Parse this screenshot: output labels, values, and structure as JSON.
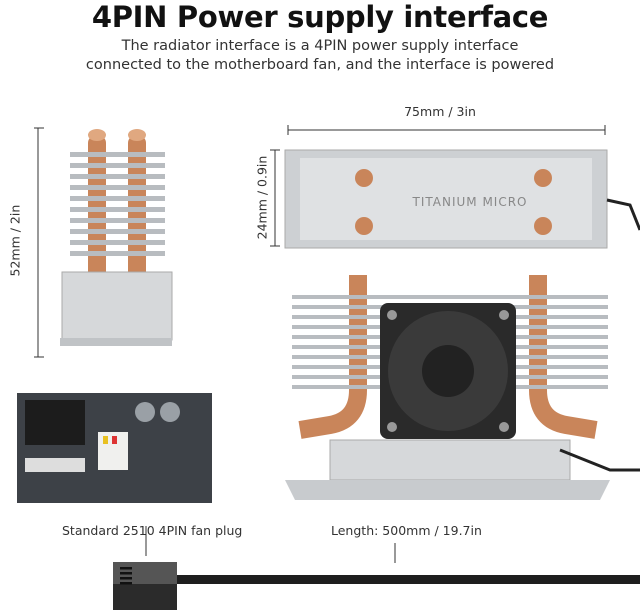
{
  "header": {
    "title": "4PIN Power supply interface",
    "subtitle_line1": "The radiator interface is a 4PIN power supply interface",
    "subtitle_line2": "connected to the motherboard fan, and the interface is powered"
  },
  "dimensions": {
    "height": "52mm / 2in",
    "width": "75mm / 3in",
    "thickness": "24mm / 0.9in"
  },
  "product": {
    "plate_text": "TITANIUM MICRO"
  },
  "cable": {
    "plug_label": "Standard 2510 4PIN fan plug",
    "length_label": "Length: 500mm / 19.7in"
  }
}
